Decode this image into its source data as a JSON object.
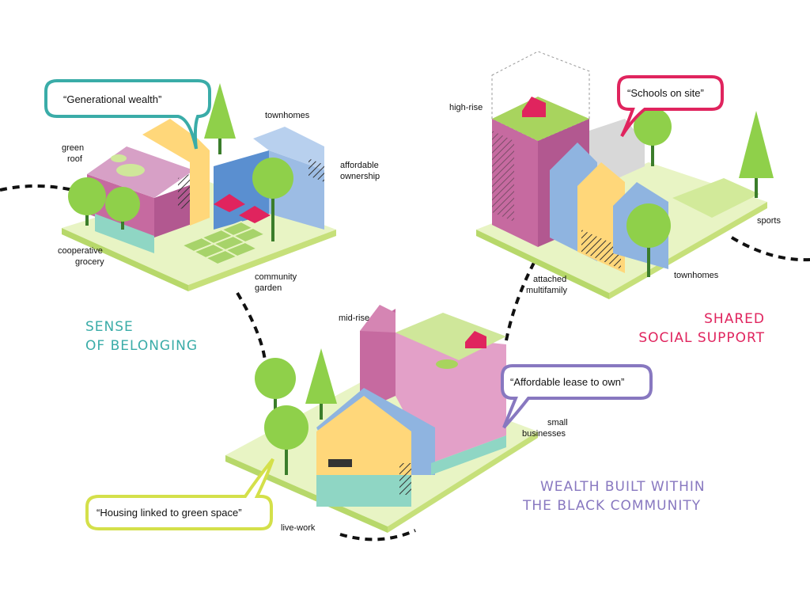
{
  "labels": {
    "green_roof_1": "green",
    "green_roof_2": "roof",
    "townhomes_top": "townhomes",
    "affordable_ownership_1": "affordable",
    "affordable_ownership_2": "ownership",
    "cooperative_grocery_1": "cooperative",
    "cooperative_grocery_2": "grocery",
    "community_garden_1": "community",
    "community_garden_2": "garden",
    "high_rise": "high-rise",
    "sports": "sports",
    "attached_multifamily_1": "attached",
    "attached_multifamily_2": "multifamily",
    "townhomes_right": "townhomes",
    "mid_rise": "mid-rise",
    "small_businesses_1": "small",
    "small_businesses_2": "businesses",
    "live_work": "live-work"
  },
  "quotes": {
    "generational_wealth": "“Generational wealth”",
    "schools_on_site": "“Schools on site”",
    "affordable_lease": "“Affordable lease to own”",
    "housing_green_space": "“Housing linked to green space”"
  },
  "headings": {
    "belonging_1": "SENSE",
    "belonging_2": "OF BELONGING",
    "social_1": "SHARED",
    "social_2": "SOCIAL SUPPORT",
    "wealth_1": "WEALTH BUILT WITHIN",
    "wealth_2": "THE BLACK COMMUNITY"
  },
  "colors": {
    "teal": "#3aaca8",
    "red": "#e0245e",
    "purple": "#8878c0",
    "lime": "#d4e04a",
    "ground": "#e8f4c4",
    "tree": "#8fd04a",
    "pink": "#c66aa0",
    "yellow": "#ffd77a",
    "blue": "#8fb4e0"
  }
}
